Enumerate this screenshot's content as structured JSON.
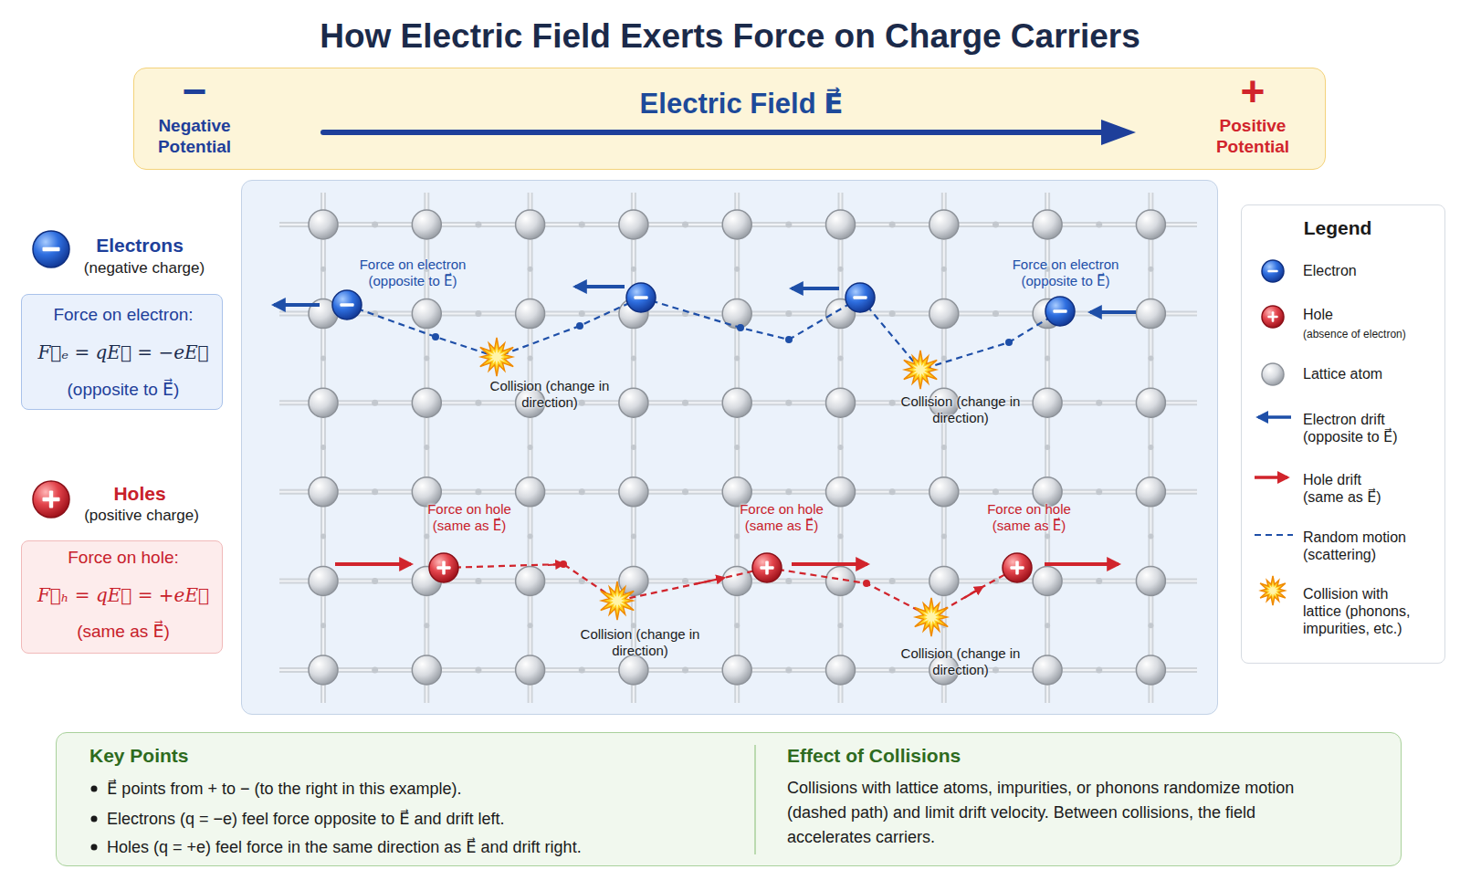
{
  "diagram": {
    "title": "How Electric Field Exerts Force on Charge Carriers",
    "nodes": [
      {
        "text": [
          "−",
          "Negative Potential",
          "Electric Field E⃗",
          "+",
          "Positive Potential"
        ]
      },
      {
        "text": [
          "Force on electron:",
          "F⃗ₑ = qE⃗ = −eE⃗",
          "(opposite to E⃗)"
        ]
      },
      {
        "text": [
          "Force on hole:",
          "F⃗ₕ = qE⃗ = +eE⃗",
          "(same as E⃗)"
        ]
      },
      {
        "text": [
          "Force on electron (opposite to E⃗)",
          "Force on electron (opposite to E⃗)",
          "Collision (change in direction)",
          "Collision (change in direction)",
          "Force on hole (same as E⃗)",
          "Force on hole (same as E⃗)",
          "Force on hole (same as E⃗)",
          "Collision (change in direction)",
          "Collision (change in direction)"
        ]
      },
      {
        "text": [
          "Legend"
        ]
      },
      {
        "text": [
          "Key Points",
          "E⃗ points from + to − (to the right in this example).",
          "Electrons (q = −e) feel force opposite to E⃗ and drift left.",
          "Holes (q = +e) feel force in the same direction as E⃗ and drift right.",
          "Effect of Collisions",
          "Collisions with lattice atoms, impurities, or phonons randomize motion (dashed path) and limit drift velocity. Between collisions, the field accelerates carriers."
        ]
      }
    ],
    "labels": [
      "Electrons",
      "(negative charge)",
      "Holes",
      "(positive charge)",
      "(absence of electron)"
    ],
    "legend": [
      {
        "text": "Electron"
      },
      {
        "text": "Hole"
      },
      {
        "text": "Lattice atom"
      },
      {
        "text": "Electron drift (opposite to E⃗)"
      },
      {
        "text": "Hole drift (same as E⃗)"
      },
      {
        "text": "Random motion (scattering)"
      },
      {
        "text": "Collision with lattice (phonons, impurities, etc.)"
      }
    ]
  }
}
